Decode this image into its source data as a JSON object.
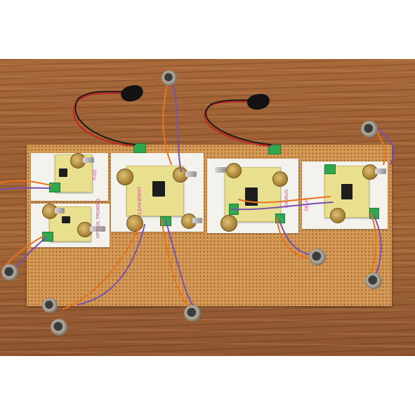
{
  "photo": {
    "description_colors": {
      "wood": "#9c5f33",
      "stripboard": "#d69a55",
      "pcb": "#e9e08f",
      "wire_orange": "#e8731f",
      "wire_purple": "#7a4fb0",
      "wire_red": "#c8261e"
    },
    "modules": [
      {
        "name": "fuzz",
        "label": "FUZZ"
      },
      {
        "name": "optical-tremolo",
        "label": "OPTICAL TREMOLO"
      },
      {
        "name": "clean-boost",
        "label": "CLEAN BOOST"
      },
      {
        "name": "chorus",
        "label": "CHORUS"
      },
      {
        "name": "delay",
        "label": "DELAY"
      }
    ]
  }
}
